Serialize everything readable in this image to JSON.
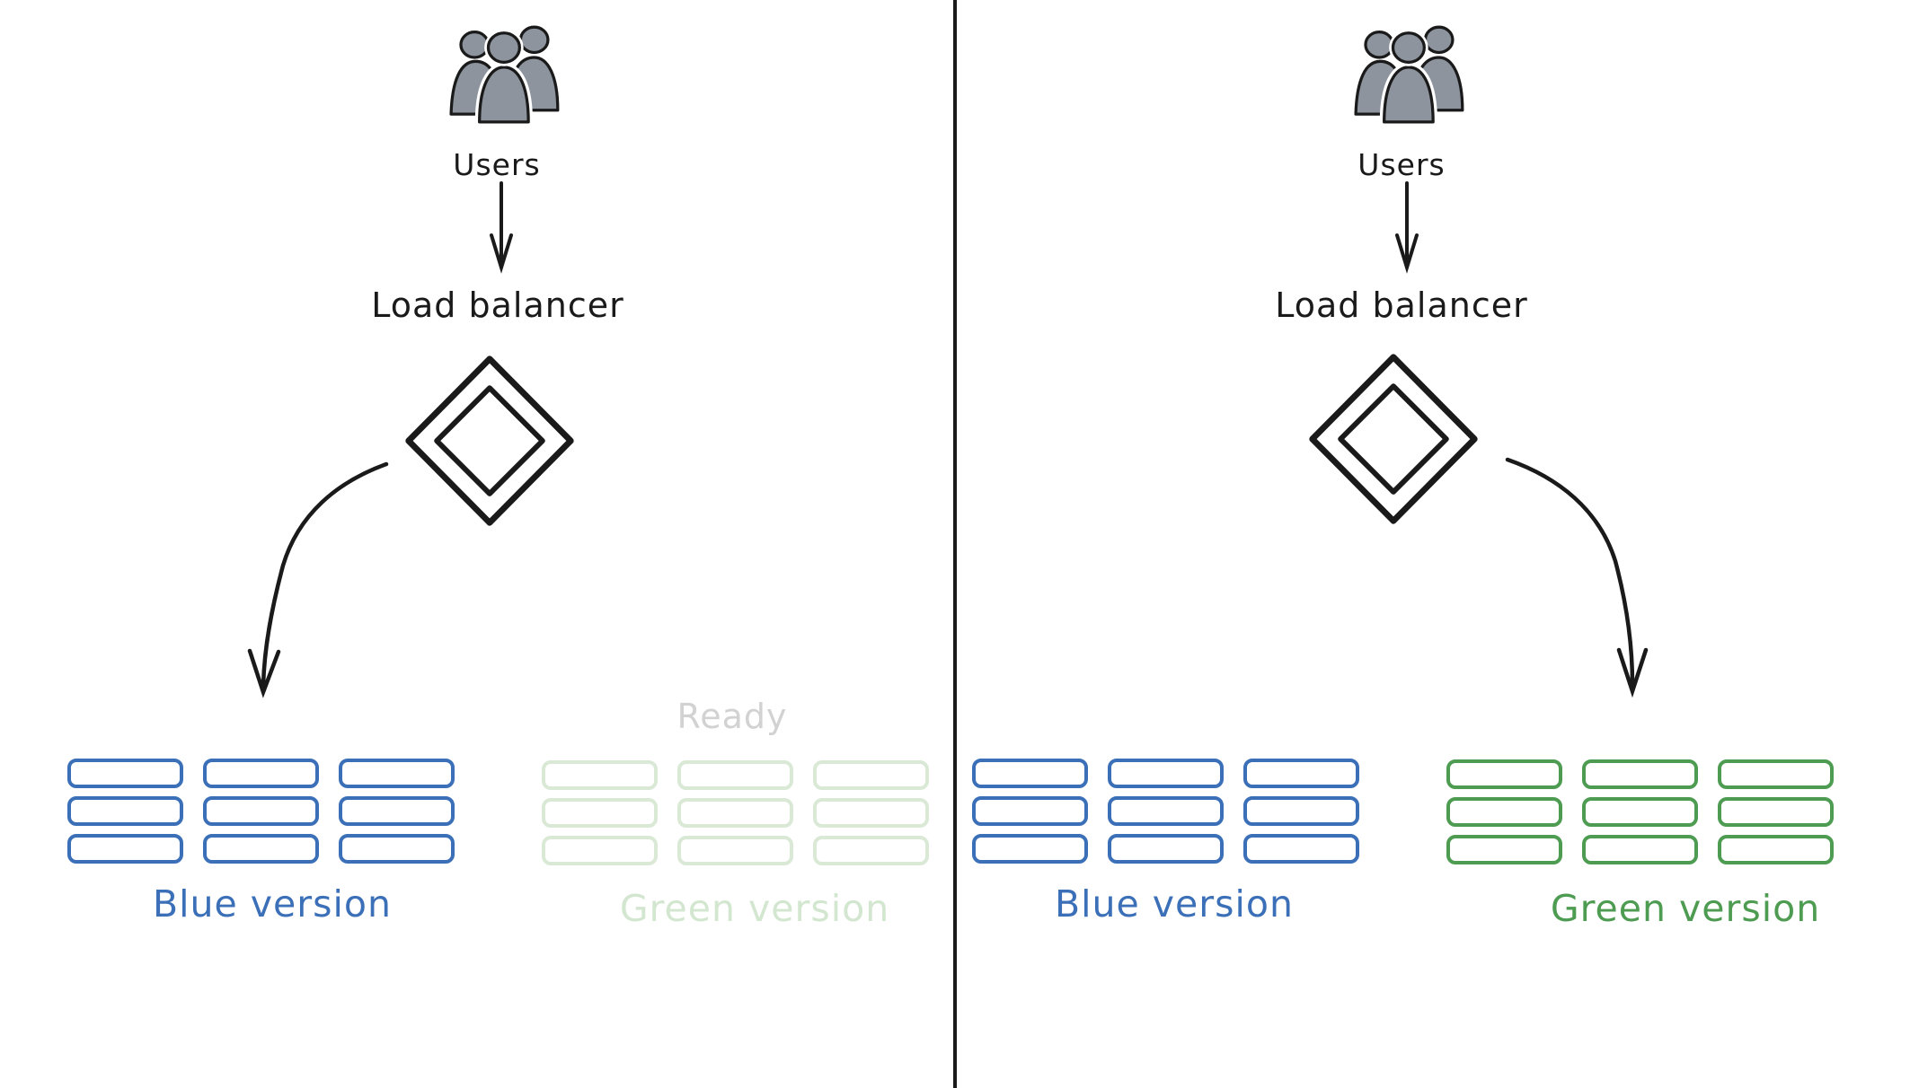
{
  "title": "Blue-green deployment diagram",
  "colors": {
    "ink": "#1a1a1a",
    "blue": "#3b70b8",
    "green": "#4e9b52",
    "faded-green": "#d9e9d6",
    "faded-green-text": "#d3e7d0",
    "gray": "#d2d2d2",
    "users-gray": "#8d949e",
    "divider": "#1a1a1a",
    "background": "#ffffff"
  },
  "racks": {
    "stacks": 3,
    "rows": 3
  },
  "left_panel": {
    "users_label": "Users",
    "load_balancer_label": "Load balancer",
    "blue_cluster_label": "Blue version",
    "green_cluster_label": "Green version",
    "green_status_label": "Ready"
  },
  "right_panel": {
    "users_label": "Users",
    "load_balancer_label": "Load balancer",
    "blue_cluster_label": "Blue version",
    "green_cluster_label": "Green version"
  }
}
